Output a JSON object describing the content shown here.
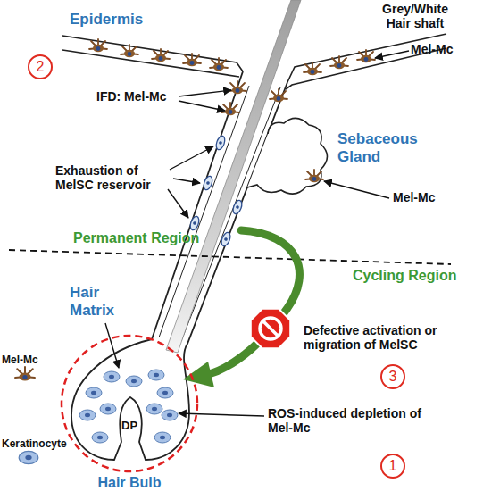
{
  "diagram": {
    "nodes": [
      {
        "text": [
          "2"
        ]
      },
      {
        "text": [
          "Hair Bulb"
        ]
      },
      {
        "text": [
          "3"
        ]
      },
      {
        "text": [
          "1"
        ]
      }
    ],
    "labels": [
      "Grey/White Hair shaft",
      "Epidermis",
      "Mel-Mc",
      "IFD: Mel-Mc",
      "Sebaceous Gland",
      "Mel-Mc",
      "Exhaustion of MelSC reservoir",
      "Permanent Region",
      "Cycling Region",
      "Hair Matrix",
      "Defective activation or migration of MelSC",
      "DP",
      "ROS-induced depletion of Mel-Mc"
    ],
    "legend": [
      {
        "text": "Mel-Mc"
      },
      {
        "text": "Keratinocyte"
      }
    ]
  }
}
